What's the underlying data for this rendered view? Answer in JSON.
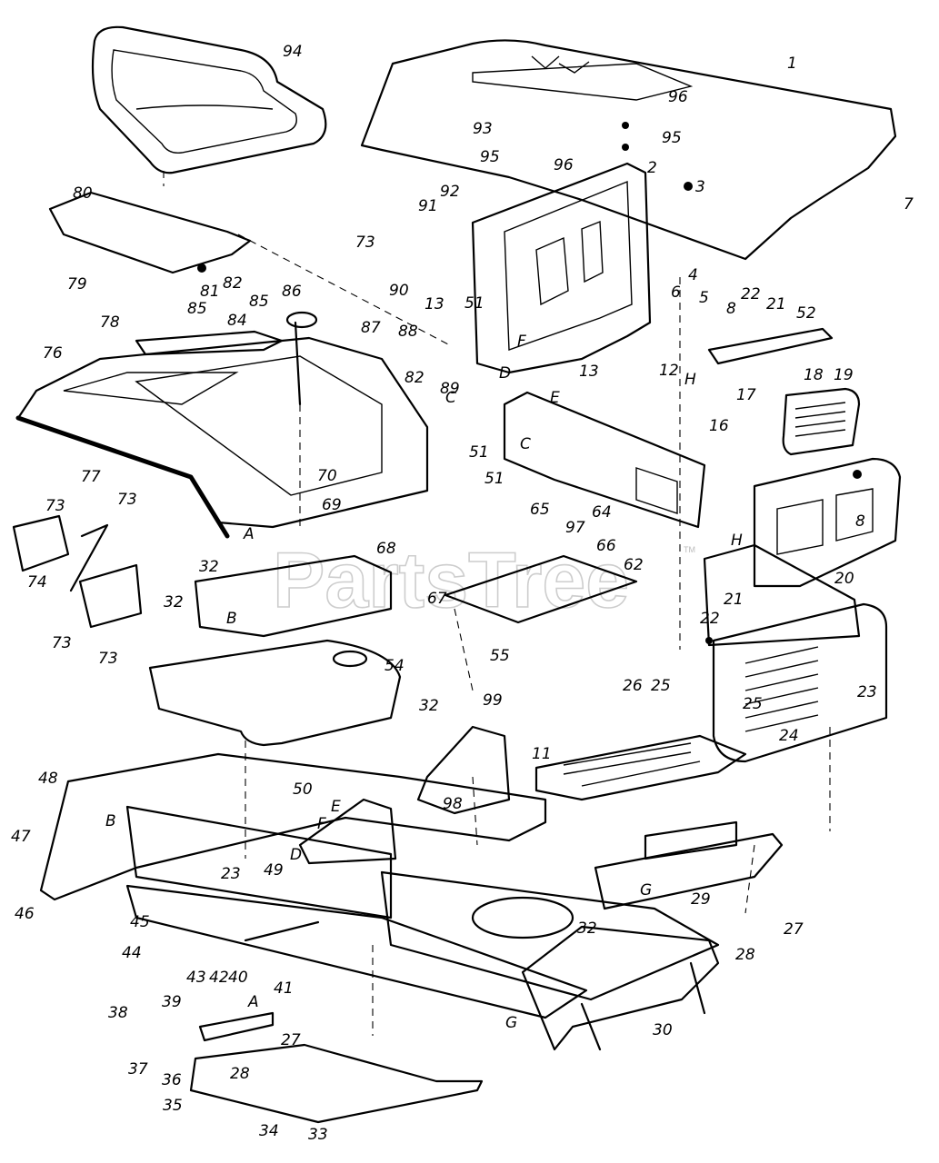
{
  "watermark": {
    "text": "PartsTree",
    "tm": "TM"
  },
  "callouts": [
    "1",
    "2",
    "3",
    "4",
    "5",
    "6",
    "7",
    "8",
    "11",
    "12",
    "13",
    "16",
    "17",
    "18",
    "19",
    "20",
    "21",
    "22",
    "23",
    "24",
    "25",
    "26",
    "27",
    "28",
    "29",
    "30",
    "32",
    "33",
    "34",
    "35",
    "36",
    "37",
    "38",
    "39",
    "40",
    "41",
    "42",
    "43",
    "44",
    "45",
    "46",
    "47",
    "48",
    "49",
    "50",
    "51",
    "52",
    "54",
    "55",
    "62",
    "64",
    "65",
    "66",
    "67",
    "68",
    "69",
    "70",
    "73",
    "74",
    "76",
    "77",
    "78",
    "79",
    "80",
    "81",
    "82",
    "84",
    "85",
    "86",
    "87",
    "88",
    "89",
    "90",
    "91",
    "92",
    "93",
    "94",
    "95",
    "96",
    "97",
    "98",
    "99"
  ],
  "reference_letters": [
    "A",
    "B",
    "C",
    "D",
    "E",
    "F",
    "G",
    "H"
  ]
}
